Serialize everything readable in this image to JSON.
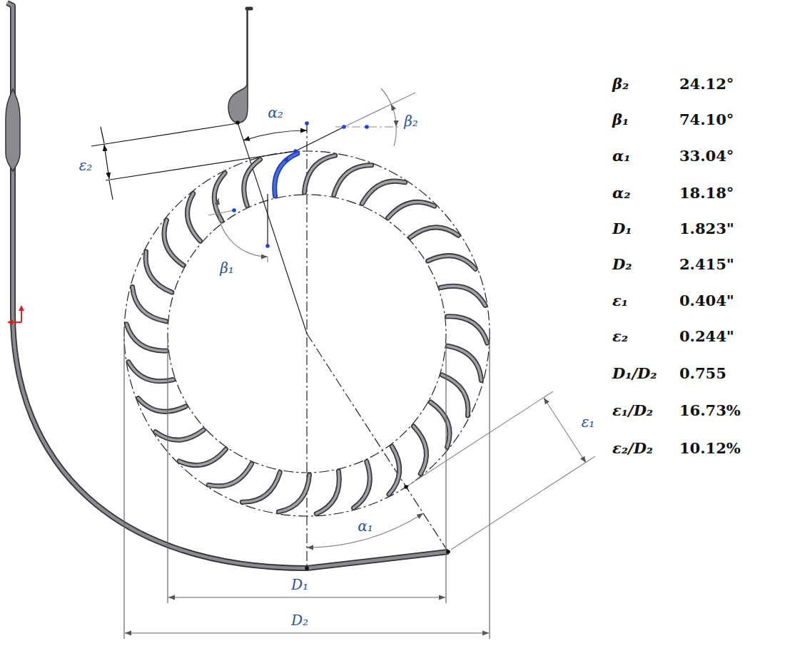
{
  "diagram": {
    "labels": [
      "ε₂",
      "α₂",
      "β₂",
      "β₁",
      "D₁",
      "D₂",
      "ε₁",
      "α₁",
      "β₂",
      "24.12°",
      "β₁",
      "74.10°",
      "α₁",
      "33.04°",
      "α₂",
      "18.18°",
      "D₁",
      "1.823\"",
      "D₂",
      "2.415\"",
      "ε₁",
      "0.404\"",
      "ε₂",
      "0.244\"",
      "D₁/D₂",
      "0.755",
      "ε₁/D₂",
      "16.73%",
      "ε₂/D₂",
      "10.12%"
    ]
  }
}
